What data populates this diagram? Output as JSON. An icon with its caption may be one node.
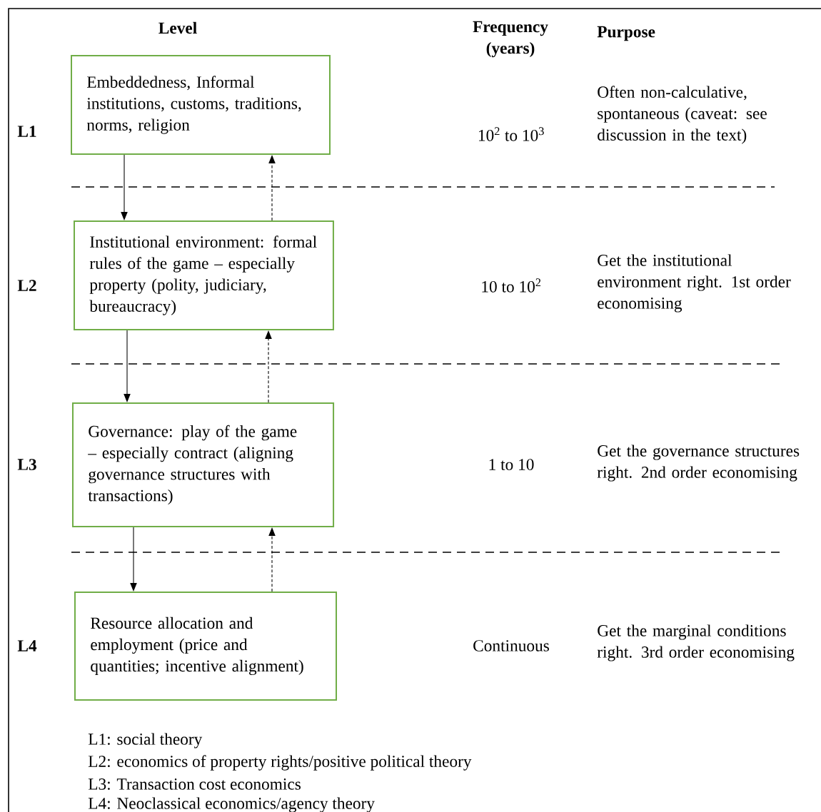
{
  "diagram": {
    "nodes": [
      {
        "text": [
          "Embeddedness, Informal institutions, customs, traditions, norms, religion"
        ]
      },
      {
        "text": [
          "Institutional environment: formal rules of the game – especially property (polity, judiciary, bureaucracy)"
        ]
      },
      {
        "text": [
          "Governance: play of the game – especially contract (aligning governance structures with transactions)"
        ]
      },
      {
        "text": [
          "Resource allocation and employment (price and quantities; incentive alignment)"
        ]
      }
    ],
    "edges": [
      {
        "from": 0,
        "to": 1,
        "arrow": "to"
      },
      {
        "from": 1,
        "to": 0,
        "arrow": "to",
        "style": "dashed"
      },
      {
        "from": 1,
        "to": 2,
        "arrow": "to"
      },
      {
        "from": 2,
        "to": 1,
        "arrow": "to",
        "style": "dashed"
      },
      {
        "from": 2,
        "to": 3,
        "arrow": "to"
      },
      {
        "from": 3,
        "to": 2,
        "arrow": "to",
        "style": "dashed"
      }
    ],
    "labels": [
      "Level",
      "Frequency (years)",
      "Purpose",
      "L1",
      "10$^{2}$ to 10$^{3}$",
      "Often non-calculative, spontaneous (caveat: see discussion in the text)",
      "L2",
      "10 to 10$^{2}$",
      "Get the institutional environment right. 1st order economising",
      "L3",
      "1 to 10",
      "Get the governance structures right. 2nd order economising",
      "L4",
      "Continuous",
      "Get the marginal conditions right. 3rd order economising",
      "L1: social theory",
      "L2: economics of property rights/positive political theory",
      "L3: Transaction cost economics",
      "L4: Neoclassical economics/agency theory"
    ]
  }
}
